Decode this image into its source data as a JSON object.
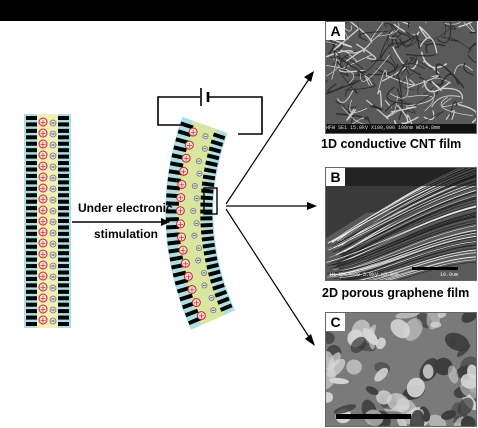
{
  "stimulus_label": {
    "line1": "Under electronic",
    "line2": "stimulation"
  },
  "panels": [
    {
      "tag": "A",
      "caption": "1D conductive CNT film",
      "sem_info": "HFW    SE1   15.0kV  X100,000   100nm   WD14.8mm"
    },
    {
      "tag": "B",
      "caption": "2D porous graphene film",
      "sem_info": "Hi-NMC4800 5.0kV x5.00k",
      "scale_text": "10.0um"
    },
    {
      "tag": "C",
      "caption": ""
    }
  ],
  "colors": {
    "actuator_outer": "#a9e0e6",
    "actuator_core": "#f2f0b4",
    "actuator_core_bent": "#d8e6a0",
    "electrode": "#000000",
    "cation": "#d02020",
    "anion": "#999999"
  }
}
